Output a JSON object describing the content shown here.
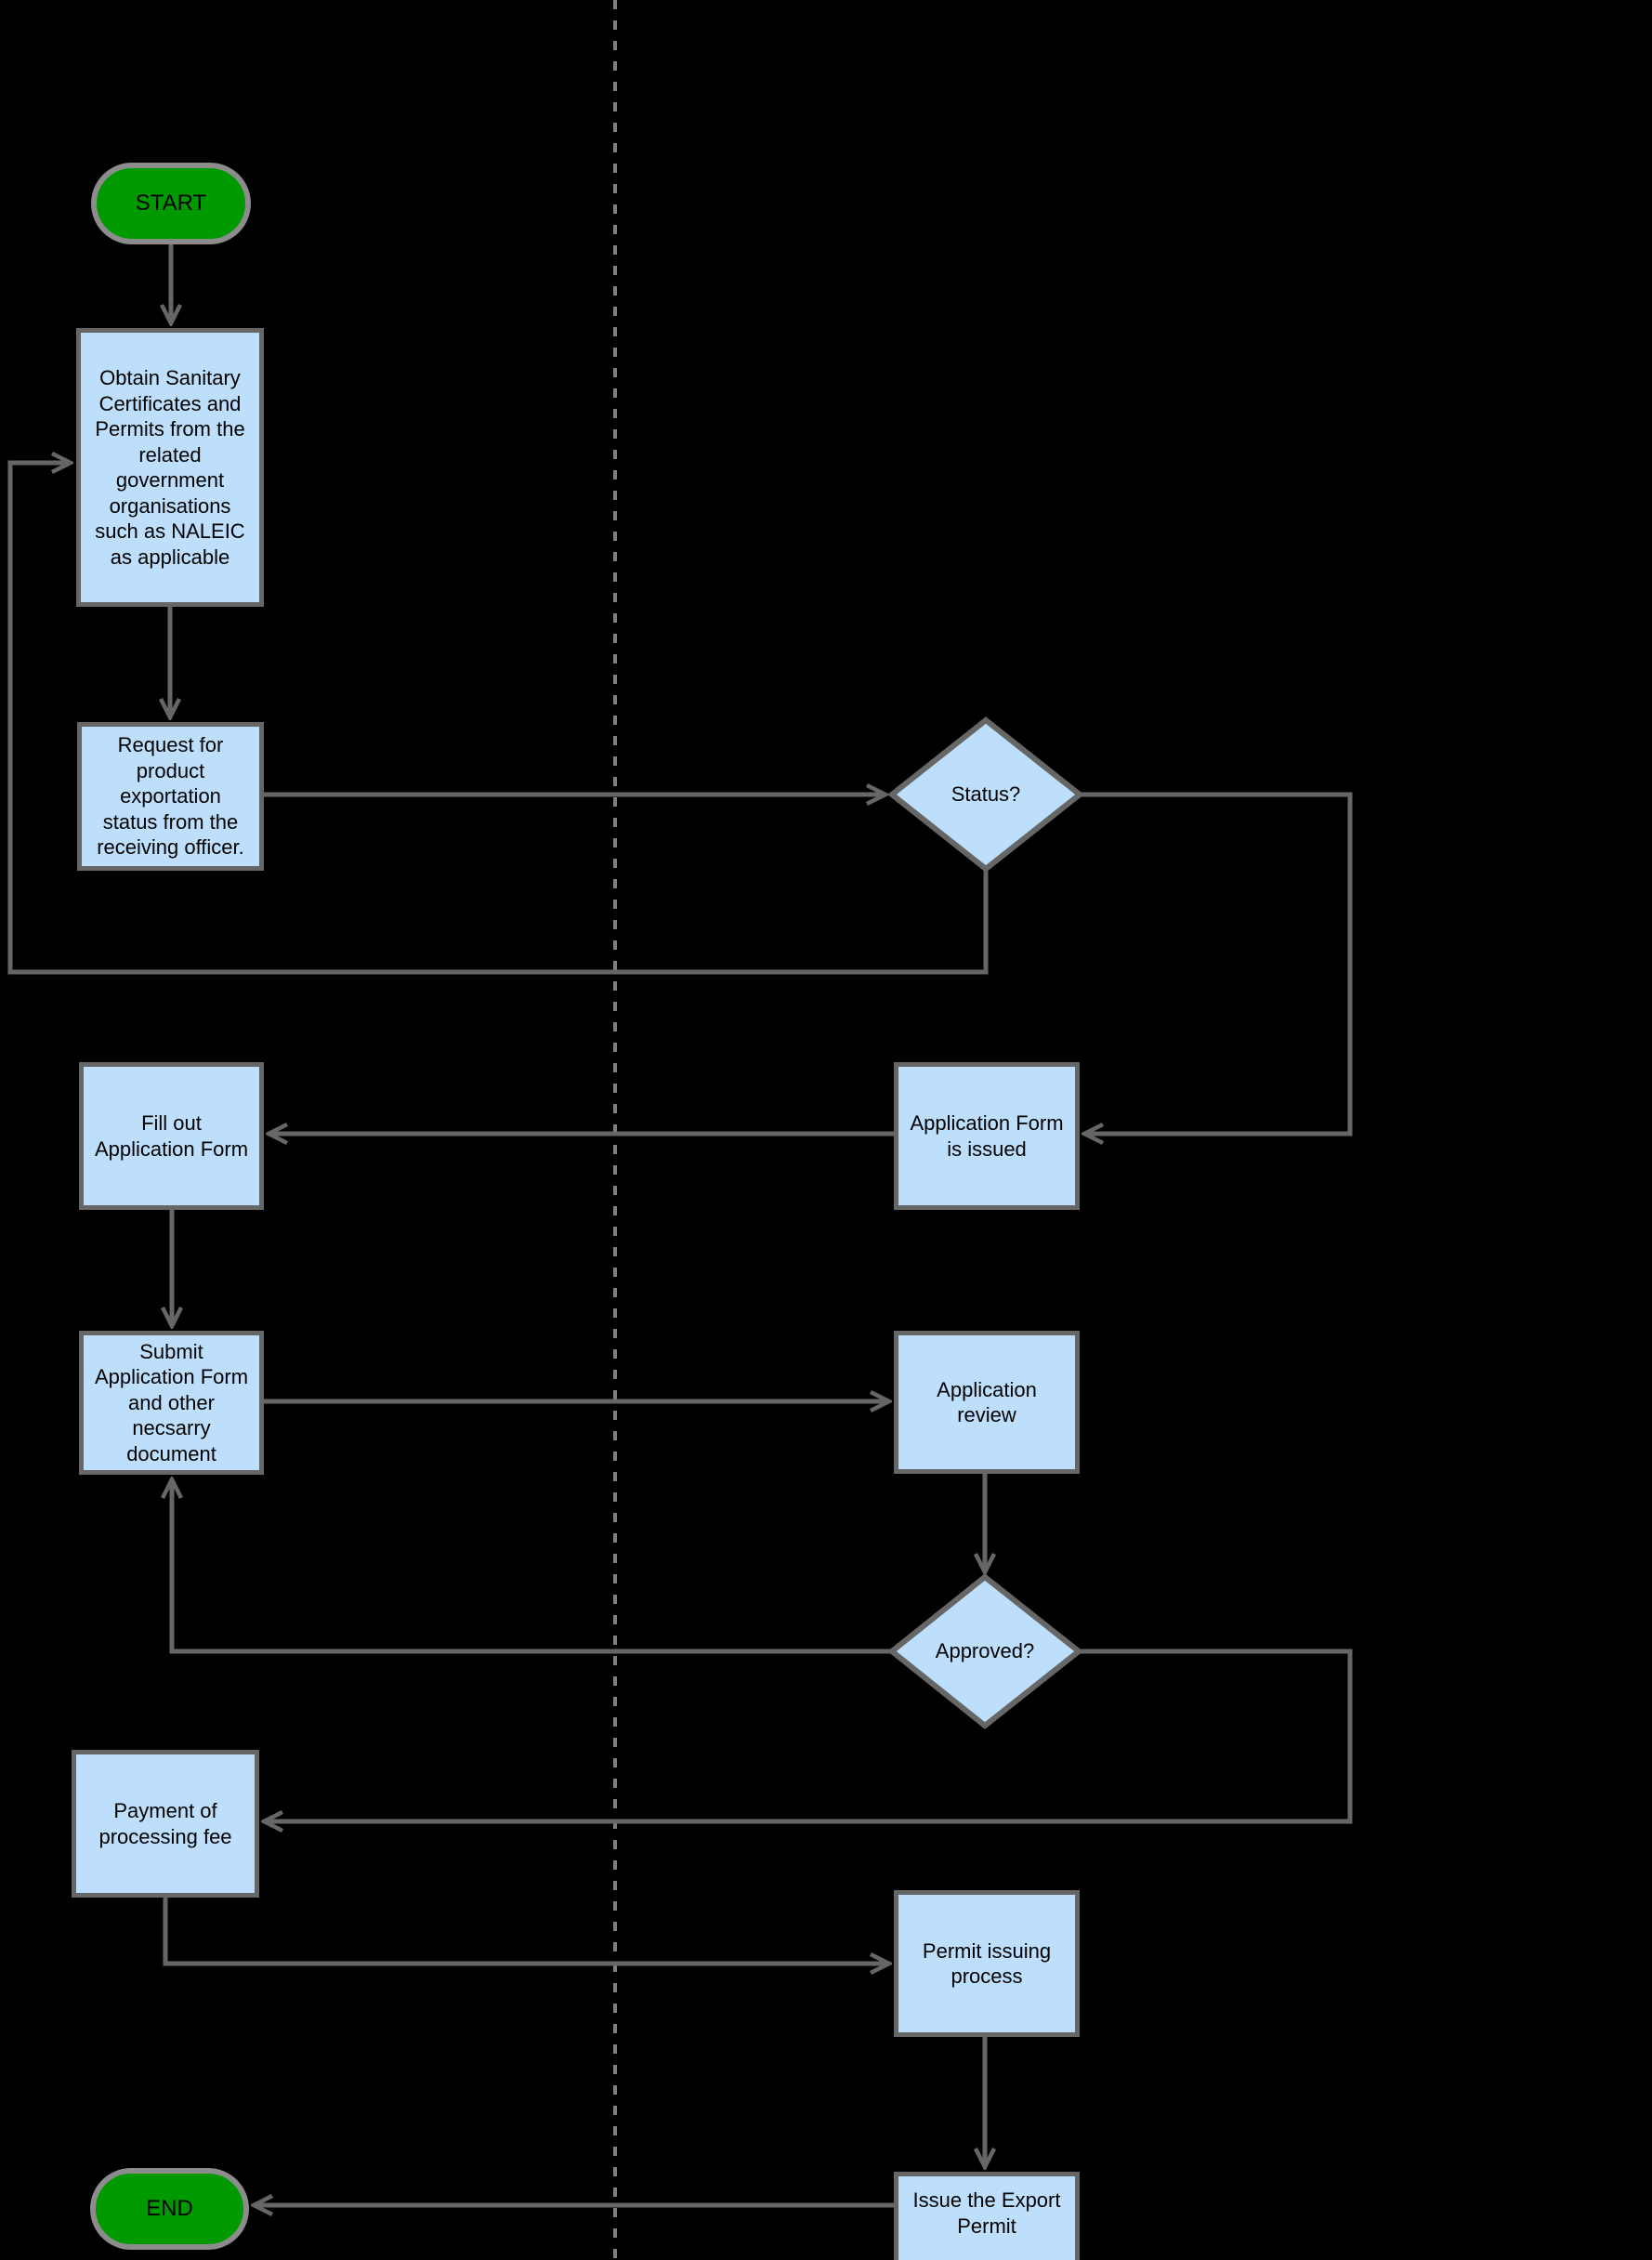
{
  "diagram": {
    "type": "flowchart",
    "background_color": "#000000",
    "colors": {
      "bg_color": "#000000",
      "process_fill": "#BDDFFB",
      "terminator_fill": "#009A00",
      "shape_border": "#666666",
      "terminator_border": "#8C8C8C",
      "edge_color": "#666666",
      "lane_divider_color": "#7F7F7F",
      "text_color": "#000000"
    },
    "nodes": {
      "start": {
        "label": "START",
        "type": "terminator"
      },
      "obtain_certificates": {
        "label": "Obtain Sanitary Certificates and Permits from the related government organisations such as NALEIC as applicable",
        "type": "process"
      },
      "request_status": {
        "label": "Request for product exportation status from the receiving officer.",
        "type": "process"
      },
      "status_decision": {
        "label": "Status?",
        "type": "decision"
      },
      "application_form_issued": {
        "label": "Application Form is issued",
        "type": "process"
      },
      "fill_out_form": {
        "label": "Fill out Application Form",
        "type": "process"
      },
      "submit_form": {
        "label": "Submit Application Form and other necsarry document",
        "type": "process"
      },
      "application_review": {
        "label": "Application review",
        "type": "process"
      },
      "approved_decision": {
        "label": "Approved?",
        "type": "decision"
      },
      "payment_fee": {
        "label": "Payment of processing fee",
        "type": "process"
      },
      "permit_issuing": {
        "label": "Permit issuing process",
        "type": "process"
      },
      "issue_permit": {
        "label": "Issue the Export Permit",
        "type": "process"
      },
      "end": {
        "label": "END",
        "type": "terminator"
      }
    },
    "edges": [
      {
        "from": "start",
        "to": "obtain_certificates"
      },
      {
        "from": "obtain_certificates",
        "to": "request_status"
      },
      {
        "from": "request_status",
        "to": "status_decision"
      },
      {
        "from": "status_decision",
        "to": "obtain_certificates"
      },
      {
        "from": "status_decision",
        "to": "application_form_issued"
      },
      {
        "from": "application_form_issued",
        "to": "fill_out_form"
      },
      {
        "from": "fill_out_form",
        "to": "submit_form"
      },
      {
        "from": "submit_form",
        "to": "application_review"
      },
      {
        "from": "application_review",
        "to": "approved_decision"
      },
      {
        "from": "approved_decision",
        "to": "submit_form"
      },
      {
        "from": "approved_decision",
        "to": "payment_fee"
      },
      {
        "from": "payment_fee",
        "to": "permit_issuing"
      },
      {
        "from": "permit_issuing",
        "to": "issue_permit"
      },
      {
        "from": "issue_permit",
        "to": "end"
      }
    ]
  }
}
